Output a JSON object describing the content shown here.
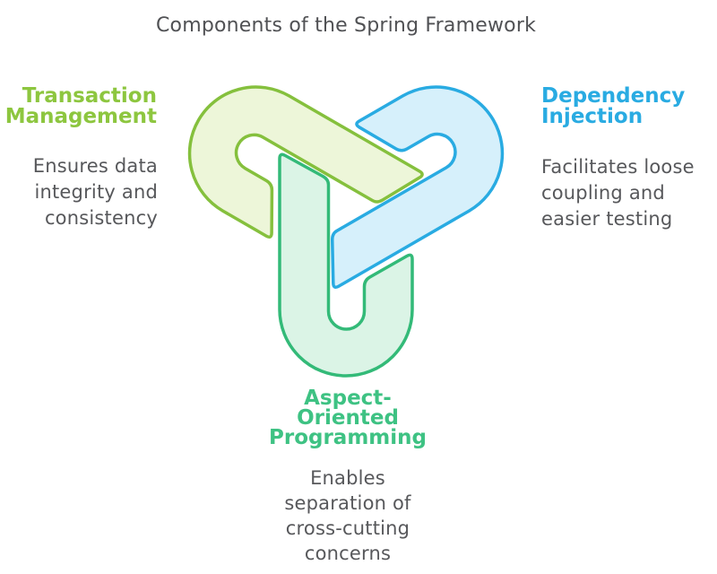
{
  "title": "Components of the Spring Framework",
  "text_color": "#57585B",
  "background_color": "#FFFFFF",
  "diagram_type": "three-arm interlocking knot",
  "components": [
    {
      "label": "Transaction Management",
      "description": "Ensures data integrity and consistency",
      "position": "left",
      "heading_color": "#8DC63F",
      "arm_stroke": "#85C03D",
      "arm_fill": "#EDF6D9"
    },
    {
      "label": "Dependency Injection",
      "description": "Facilitates loose coupling and easier testing",
      "position": "right",
      "heading_color": "#29ABE2",
      "arm_stroke": "#29ABE2",
      "arm_fill": "#D6F0FB"
    },
    {
      "label": "Aspect-Oriented Programming",
      "description": "Enables separation of cross-cutting concerns",
      "position": "bottom",
      "heading_color": "#3EC283",
      "arm_stroke": "#33BA78",
      "arm_fill": "#DBF4E6"
    }
  ]
}
